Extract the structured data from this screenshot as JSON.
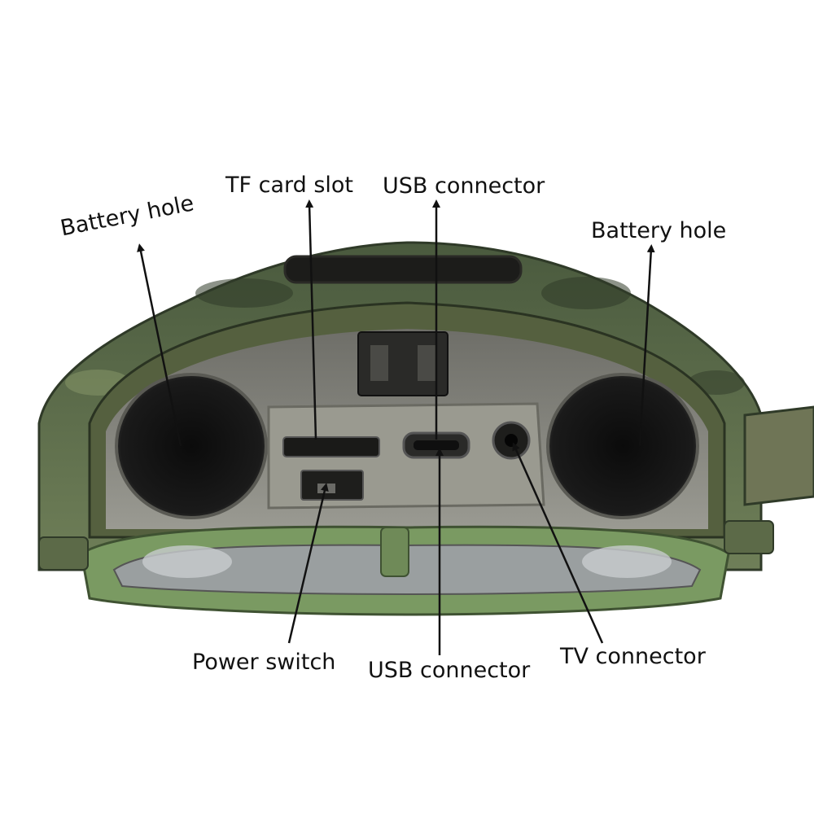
{
  "labels": {
    "battery_left": "Battery hole",
    "tf_card_slot": "TF card slot",
    "usb_top": "USB connector",
    "battery_right": "Battery hole",
    "power_switch": "Power switch",
    "usb_bottom": "USB connector",
    "tv_connector": "TV connector"
  },
  "colors": {
    "camo_green": "#6f7f58",
    "camo_dark": "#3f4a34",
    "inner_gray": "#8a8a82",
    "hole_black": "#141414",
    "door_green": "#7a9a62",
    "arrow": "#111111"
  }
}
